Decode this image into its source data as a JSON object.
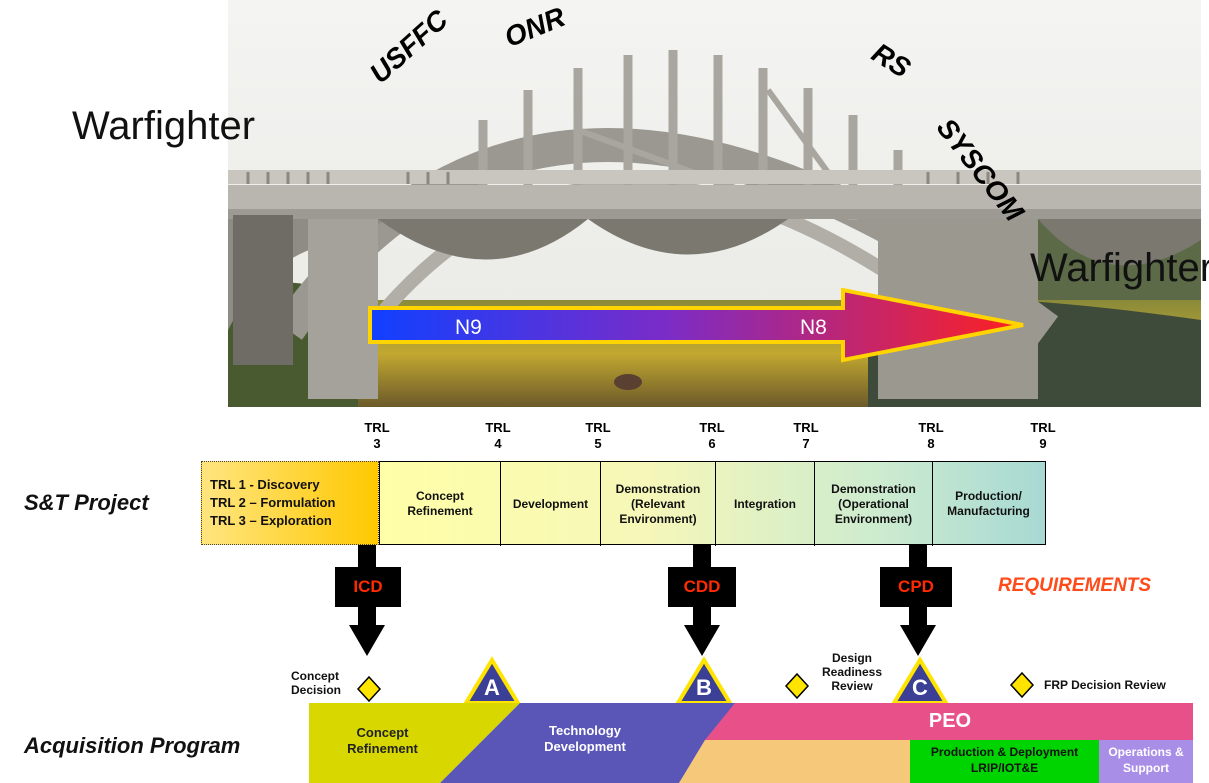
{
  "photo": {
    "left_label": "Warfighter",
    "right_label": "Warfighter",
    "arch_labels": [
      "USFFC",
      "ONR",
      "RS",
      "SYSCOM"
    ],
    "arrow_left": "N9",
    "arrow_right": "N8"
  },
  "trl": {
    "items": [
      {
        "top": "TRL",
        "num": "3"
      },
      {
        "top": "TRL",
        "num": "4"
      },
      {
        "top": "TRL",
        "num": "5"
      },
      {
        "top": "TRL",
        "num": "6"
      },
      {
        "top": "TRL",
        "num": "7"
      },
      {
        "top": "TRL",
        "num": "8"
      },
      {
        "top": "TRL",
        "num": "9"
      }
    ]
  },
  "st_project": {
    "label": "S&T Project",
    "early": [
      "TRL 1 - Discovery",
      "TRL 2 – Formulation",
      "TRL 3 – Exploration"
    ],
    "stages": [
      "Concept\nRefinement",
      "Development",
      "Demonstration\n(Relevant\nEnvironment)",
      "Integration",
      "Demonstration\n(Operational\nEnvironment)",
      "Production/\nManufacturing"
    ]
  },
  "requirements": {
    "label": "REQUIREMENTS",
    "docs": [
      "ICD",
      "CDD",
      "CPD"
    ]
  },
  "milestones": {
    "triangles": [
      "A",
      "B",
      "C"
    ],
    "concept_decision": "Concept\nDecision",
    "design_readiness": "Design\nReadiness\nReview",
    "frp": "FRP Decision Review"
  },
  "acquisition": {
    "label": "Acquisition Program",
    "concept": "Concept\nRefinement",
    "tech": "Technology\nDevelopment",
    "peo": "PEO",
    "production": "Production & Deployment",
    "lrip": "LRIP/IOT&E",
    "ops": "Operations &\nSupport"
  },
  "colors": {
    "early": "#ffd21a",
    "concept_bar": "#d8d800",
    "tech_bar": "#5a56b8",
    "peo_bar": "#e8508a",
    "orange_bar": "#f6c87a",
    "prod_bar": "#00d400",
    "ops_bar": "#a98ee8",
    "req": "#ff4a1a"
  }
}
